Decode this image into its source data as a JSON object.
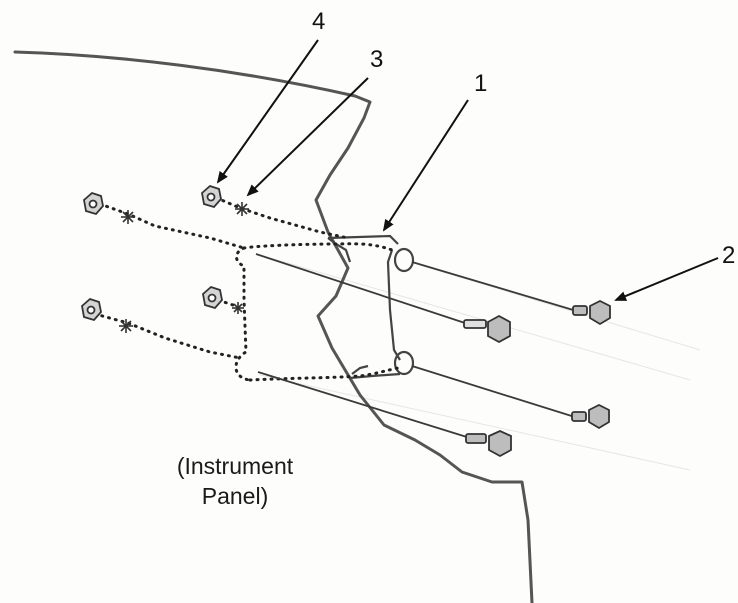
{
  "callouts": {
    "one": "1",
    "two": "2",
    "three": "3",
    "four": "4"
  },
  "caption": {
    "line1": "(Instrument",
    "line2": "Panel)"
  },
  "colors": {
    "sketch": "#555555",
    "dots": "#222222",
    "arrow": "#111111",
    "hardware": "#3a3a3a"
  }
}
